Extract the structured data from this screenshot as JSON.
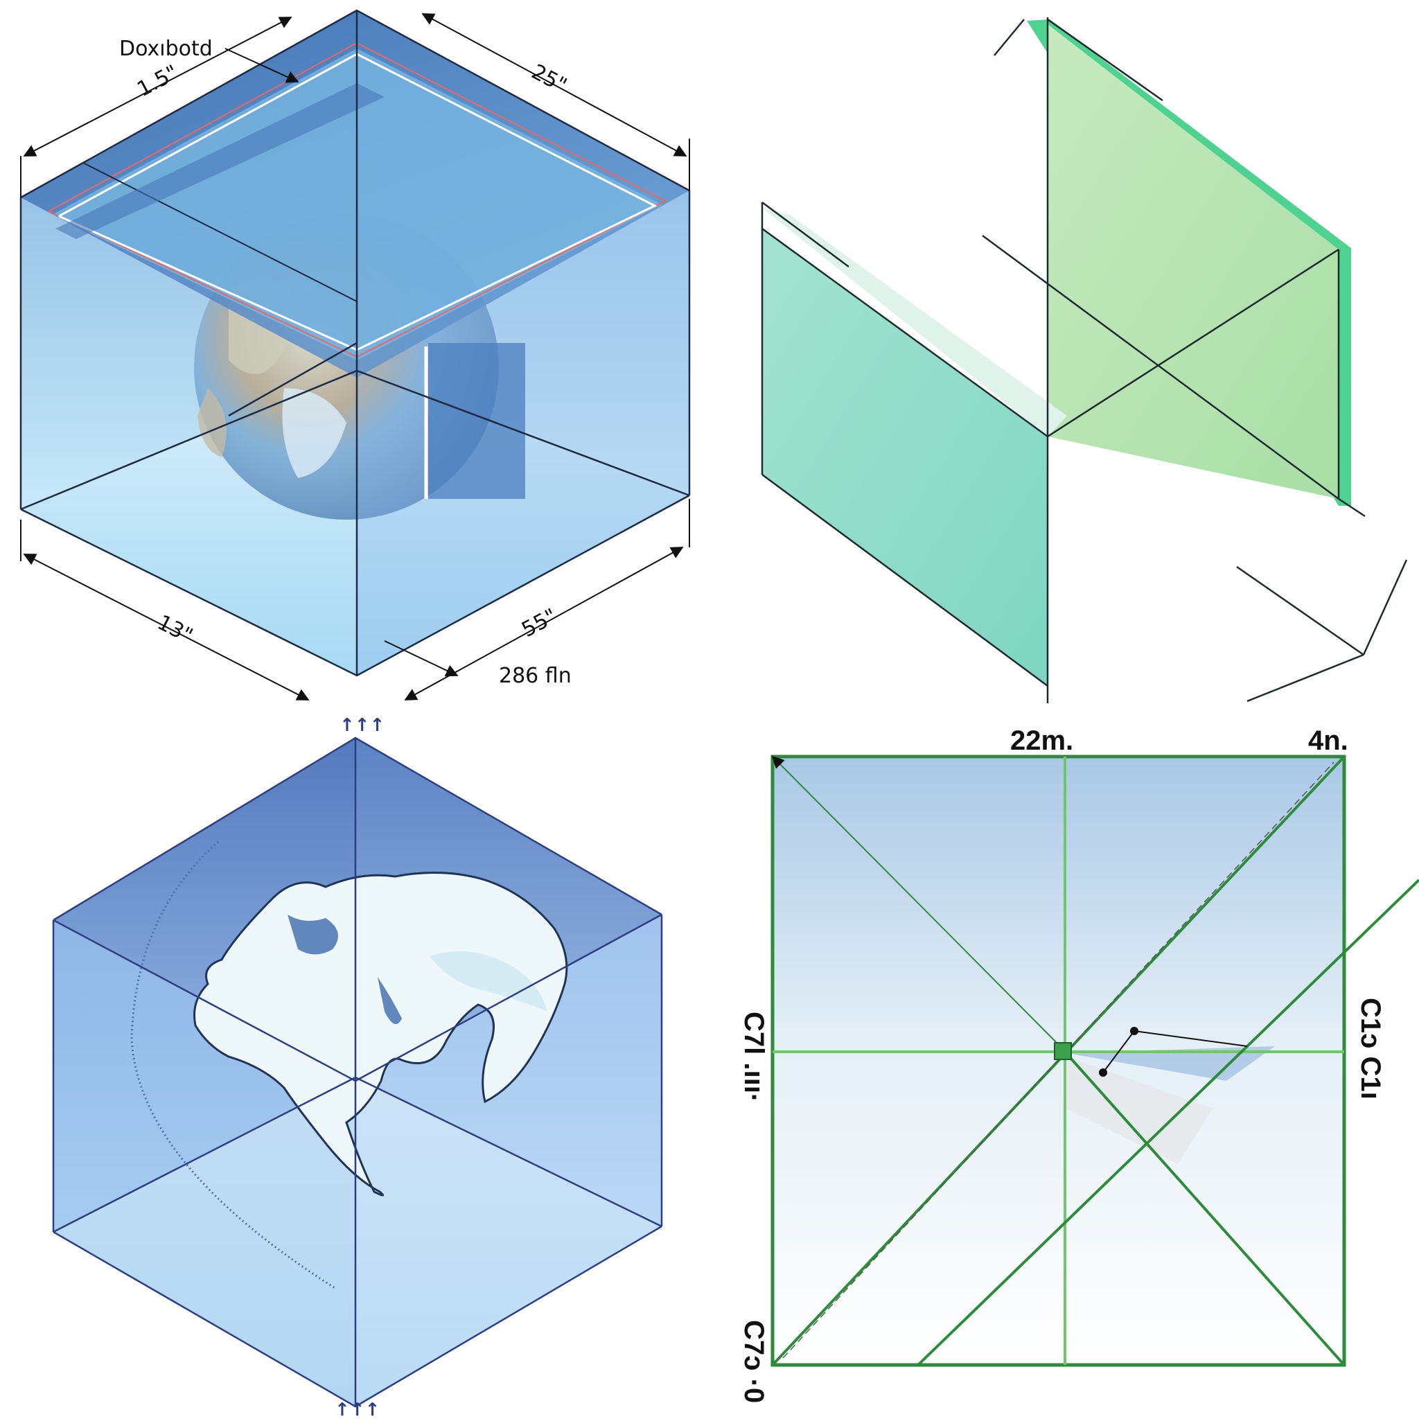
{
  "panels": {
    "cube_dimensions": {
      "callout_label": "Doxıbotd",
      "dimensions": {
        "top_left": "1.5\"",
        "top_right": "25\"",
        "bottom_left": "13\"",
        "bottom_right": "55\"",
        "front": "286 fln"
      }
    },
    "green_planes": {},
    "globe_cube": {
      "top_marker": "↑↑↑",
      "bottom_marker": "↑↑↑"
    },
    "square_grid": {
      "top_label_center": "22m.",
      "top_label_right": "4n.",
      "left_label": "C7l .ııı·",
      "right_label": "C1ɔ C1ı",
      "bottom_left_label": "C7ɔ ·0"
    }
  },
  "colors": {
    "cube_blue": "#5b8fcc",
    "cube_light": "#bfe3f7",
    "green_plane": "#8fd9c8",
    "green_light": "#c4e7b9",
    "green_edge": "#3ccc84",
    "grid_green": "#2e8b3c"
  }
}
